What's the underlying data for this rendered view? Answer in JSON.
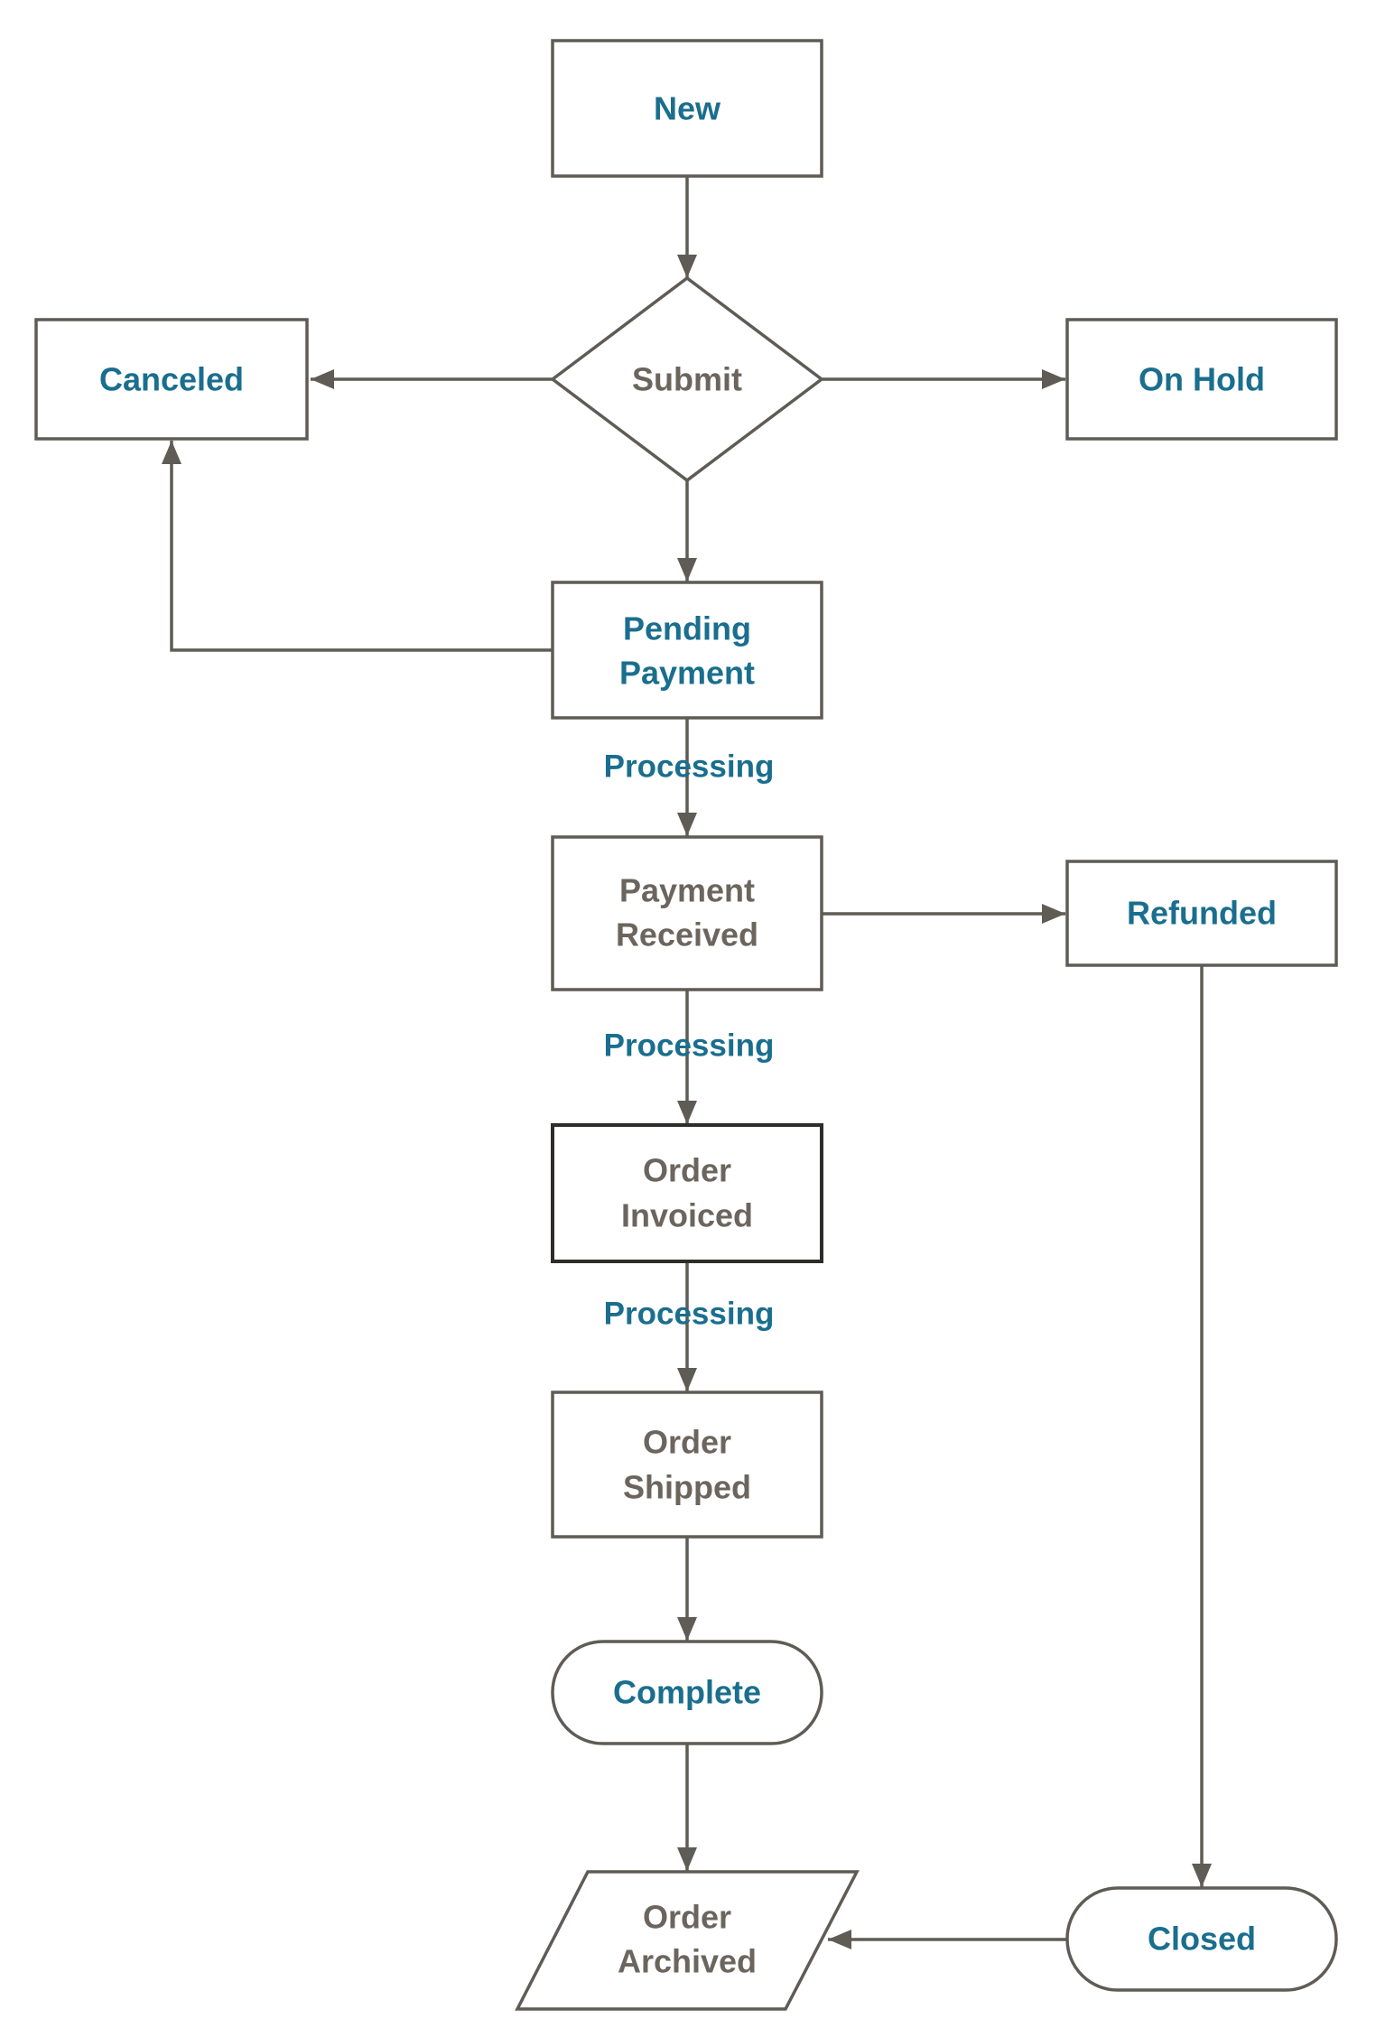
{
  "colors": {
    "accent": "#1a6e8e",
    "gray_text": "#6b655e",
    "stroke": "#5f5b55",
    "dark_stroke": "#2f2d2a"
  },
  "nodes": {
    "new": {
      "text": "New"
    },
    "submit": {
      "text": "Submit"
    },
    "canceled": {
      "text": "Canceled"
    },
    "on_hold": {
      "text": "On Hold"
    },
    "pending_payment": {
      "line1": "Pending",
      "line2": "Payment"
    },
    "payment_received": {
      "line1": "Payment",
      "line2": "Received"
    },
    "refunded": {
      "text": "Refunded"
    },
    "order_invoiced": {
      "line1": "Order",
      "line2": "Invoiced"
    },
    "order_shipped": {
      "line1": "Order",
      "line2": "Shipped"
    },
    "complete": {
      "text": "Complete"
    },
    "order_archived": {
      "line1": "Order",
      "line2": "Archived"
    },
    "closed": {
      "text": "Closed"
    }
  },
  "edge_labels": {
    "pending_to_received": "Processing",
    "received_to_invoiced": "Processing",
    "invoiced_to_shipped": "Processing"
  }
}
